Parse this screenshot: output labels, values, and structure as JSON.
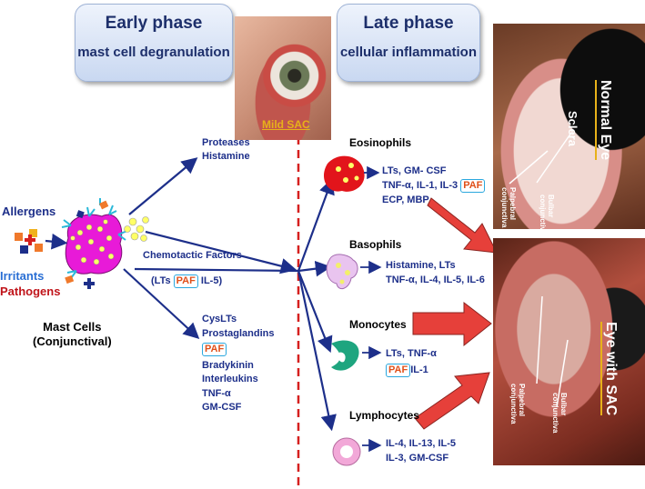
{
  "early_phase": {
    "title": "Early phase",
    "subtitle": "mast cell degranulation"
  },
  "late_phase": {
    "title": "Late phase",
    "subtitle": "cellular inflammation"
  },
  "mild_sac_label": "Mild SAC",
  "triggers": {
    "allergens": "Allergens",
    "irritants": "Irritants",
    "pathogens": "Pathogens"
  },
  "mast_cells": {
    "line1": "Mast Cells",
    "line2": "(Conjunctival)"
  },
  "top_mediators": {
    "line1": "Proteases",
    "line2": "Histamine"
  },
  "chemotactic": {
    "title": "Chemotactic Factors",
    "pre": "(LTs",
    "paf": "PAF",
    "post": "IL-5)"
  },
  "lower_mediators": {
    "line1": "CysLTs",
    "line2": "Prostaglandins",
    "paf": "PAF",
    "line4": "Bradykinin",
    "line5": "Interleukins",
    "line6": "TNF-α",
    "line7": "GM-CSF"
  },
  "eosinophils": {
    "title": "Eosinophils",
    "line1": "LTs, GM- CSF",
    "line2": "TNF-α, IL-1, IL-3",
    "paf": "PAF",
    "line3": "ECP, MBP"
  },
  "basophils": {
    "title": "Basophils",
    "line1": "Histamine,  LTs",
    "line2": "TNF-α, IL-4, IL-5, IL-6"
  },
  "monocytes": {
    "title": "Monocytes",
    "line1": "LTs, TNF-α",
    "paf": "PAF",
    "line2": "IL-1"
  },
  "lymphocytes": {
    "title": "Lymphocytes",
    "line1": "IL-4, IL-13, IL-5",
    "line2": "IL-3, GM-CSF"
  },
  "normal_eye": {
    "label": "Normal Eye",
    "sclera": "Sclera",
    "bulbar": "Bulbar conjunctiva",
    "palpebral": "Palpebral conjunctiva"
  },
  "sac_eye": {
    "label": "Eye with SAC",
    "bulbar": "Bulbar conjunctiva",
    "palpebral": "Palpebral conjunctiva"
  },
  "colors": {
    "navy": "#1d2f8a",
    "arrow_red": "#e6403a",
    "paf_orange": "#e0501a",
    "paf_border": "#2aa7de",
    "mast_pink": "#e81ad8",
    "divider": "#d6201f"
  }
}
